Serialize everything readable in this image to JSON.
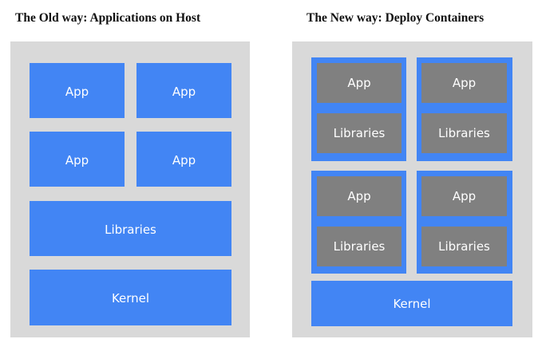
{
  "old_way": {
    "title": "The Old way: Applications on Host",
    "apps": [
      "App",
      "App",
      "App",
      "App"
    ],
    "libraries": "Libraries",
    "kernel": "Kernel"
  },
  "new_way": {
    "title": "The New way: Deploy Containers",
    "containers": [
      {
        "app": "App",
        "libraries": "Libraries"
      },
      {
        "app": "App",
        "libraries": "Libraries"
      },
      {
        "app": "App",
        "libraries": "Libraries"
      },
      {
        "app": "App",
        "libraries": "Libraries"
      }
    ],
    "kernel": "Kernel"
  },
  "colors": {
    "panel": "#d9d9d9",
    "blue": "#4285f4",
    "gray": "#808080",
    "text_on_box": "#ffffff"
  }
}
